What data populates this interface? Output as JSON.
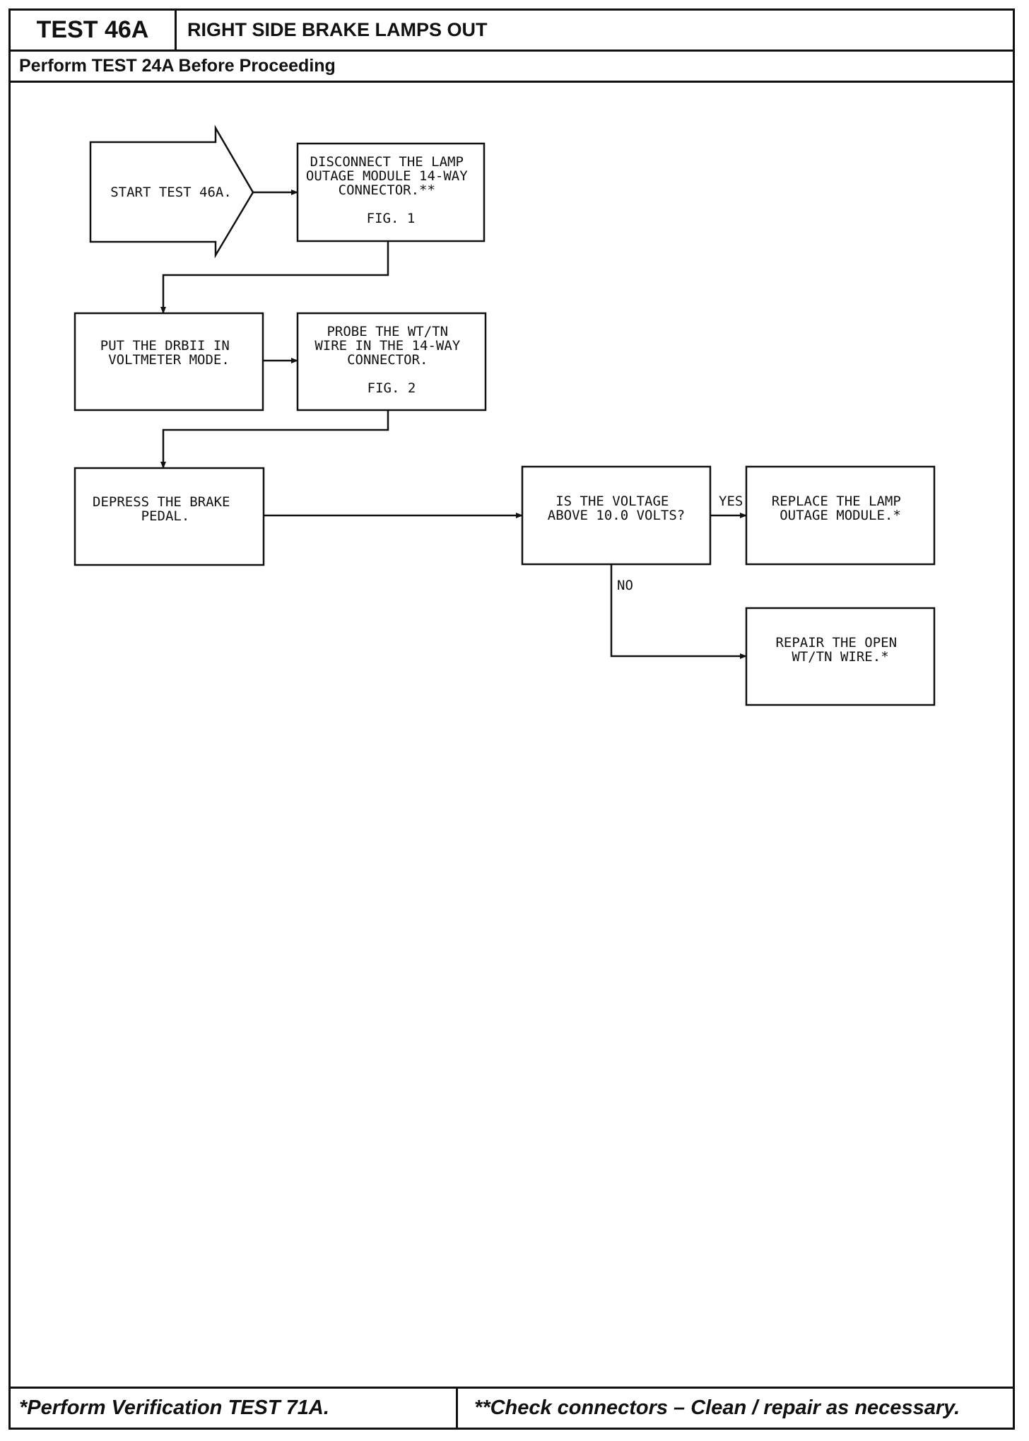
{
  "header": {
    "test_id": "TEST 46A",
    "title": "RIGHT SIDE BRAKE LAMPS OUT",
    "prerequisite": "Perform TEST 24A Before Proceeding"
  },
  "flow": {
    "start": "START TEST 46A.",
    "step1": [
      "DISCONNECT THE LAMP",
      "OUTAGE MODULE 14-WAY",
      "CONNECTOR.**",
      "",
      "FIG. 1"
    ],
    "step2": [
      "PUT THE DRBII IN",
      "VOLTMETER MODE."
    ],
    "step3": [
      "PROBE THE WT/TN",
      "WIRE IN THE 14-WAY",
      "CONNECTOR.",
      "",
      "FIG. 2"
    ],
    "step4": [
      "DEPRESS THE BRAKE",
      "PEDAL."
    ],
    "decision": [
      "IS THE VOLTAGE",
      "ABOVE 10.0 VOLTS?"
    ],
    "yes_label": "YES",
    "no_label": "NO",
    "result_yes": [
      "REPLACE THE LAMP",
      "OUTAGE MODULE.*"
    ],
    "result_no": [
      "REPAIR THE OPEN",
      "WT/TN WIRE.*"
    ]
  },
  "footer": {
    "left": "*Perform Verification TEST 71A.",
    "right": "**Check connectors – Clean / repair as necessary."
  }
}
